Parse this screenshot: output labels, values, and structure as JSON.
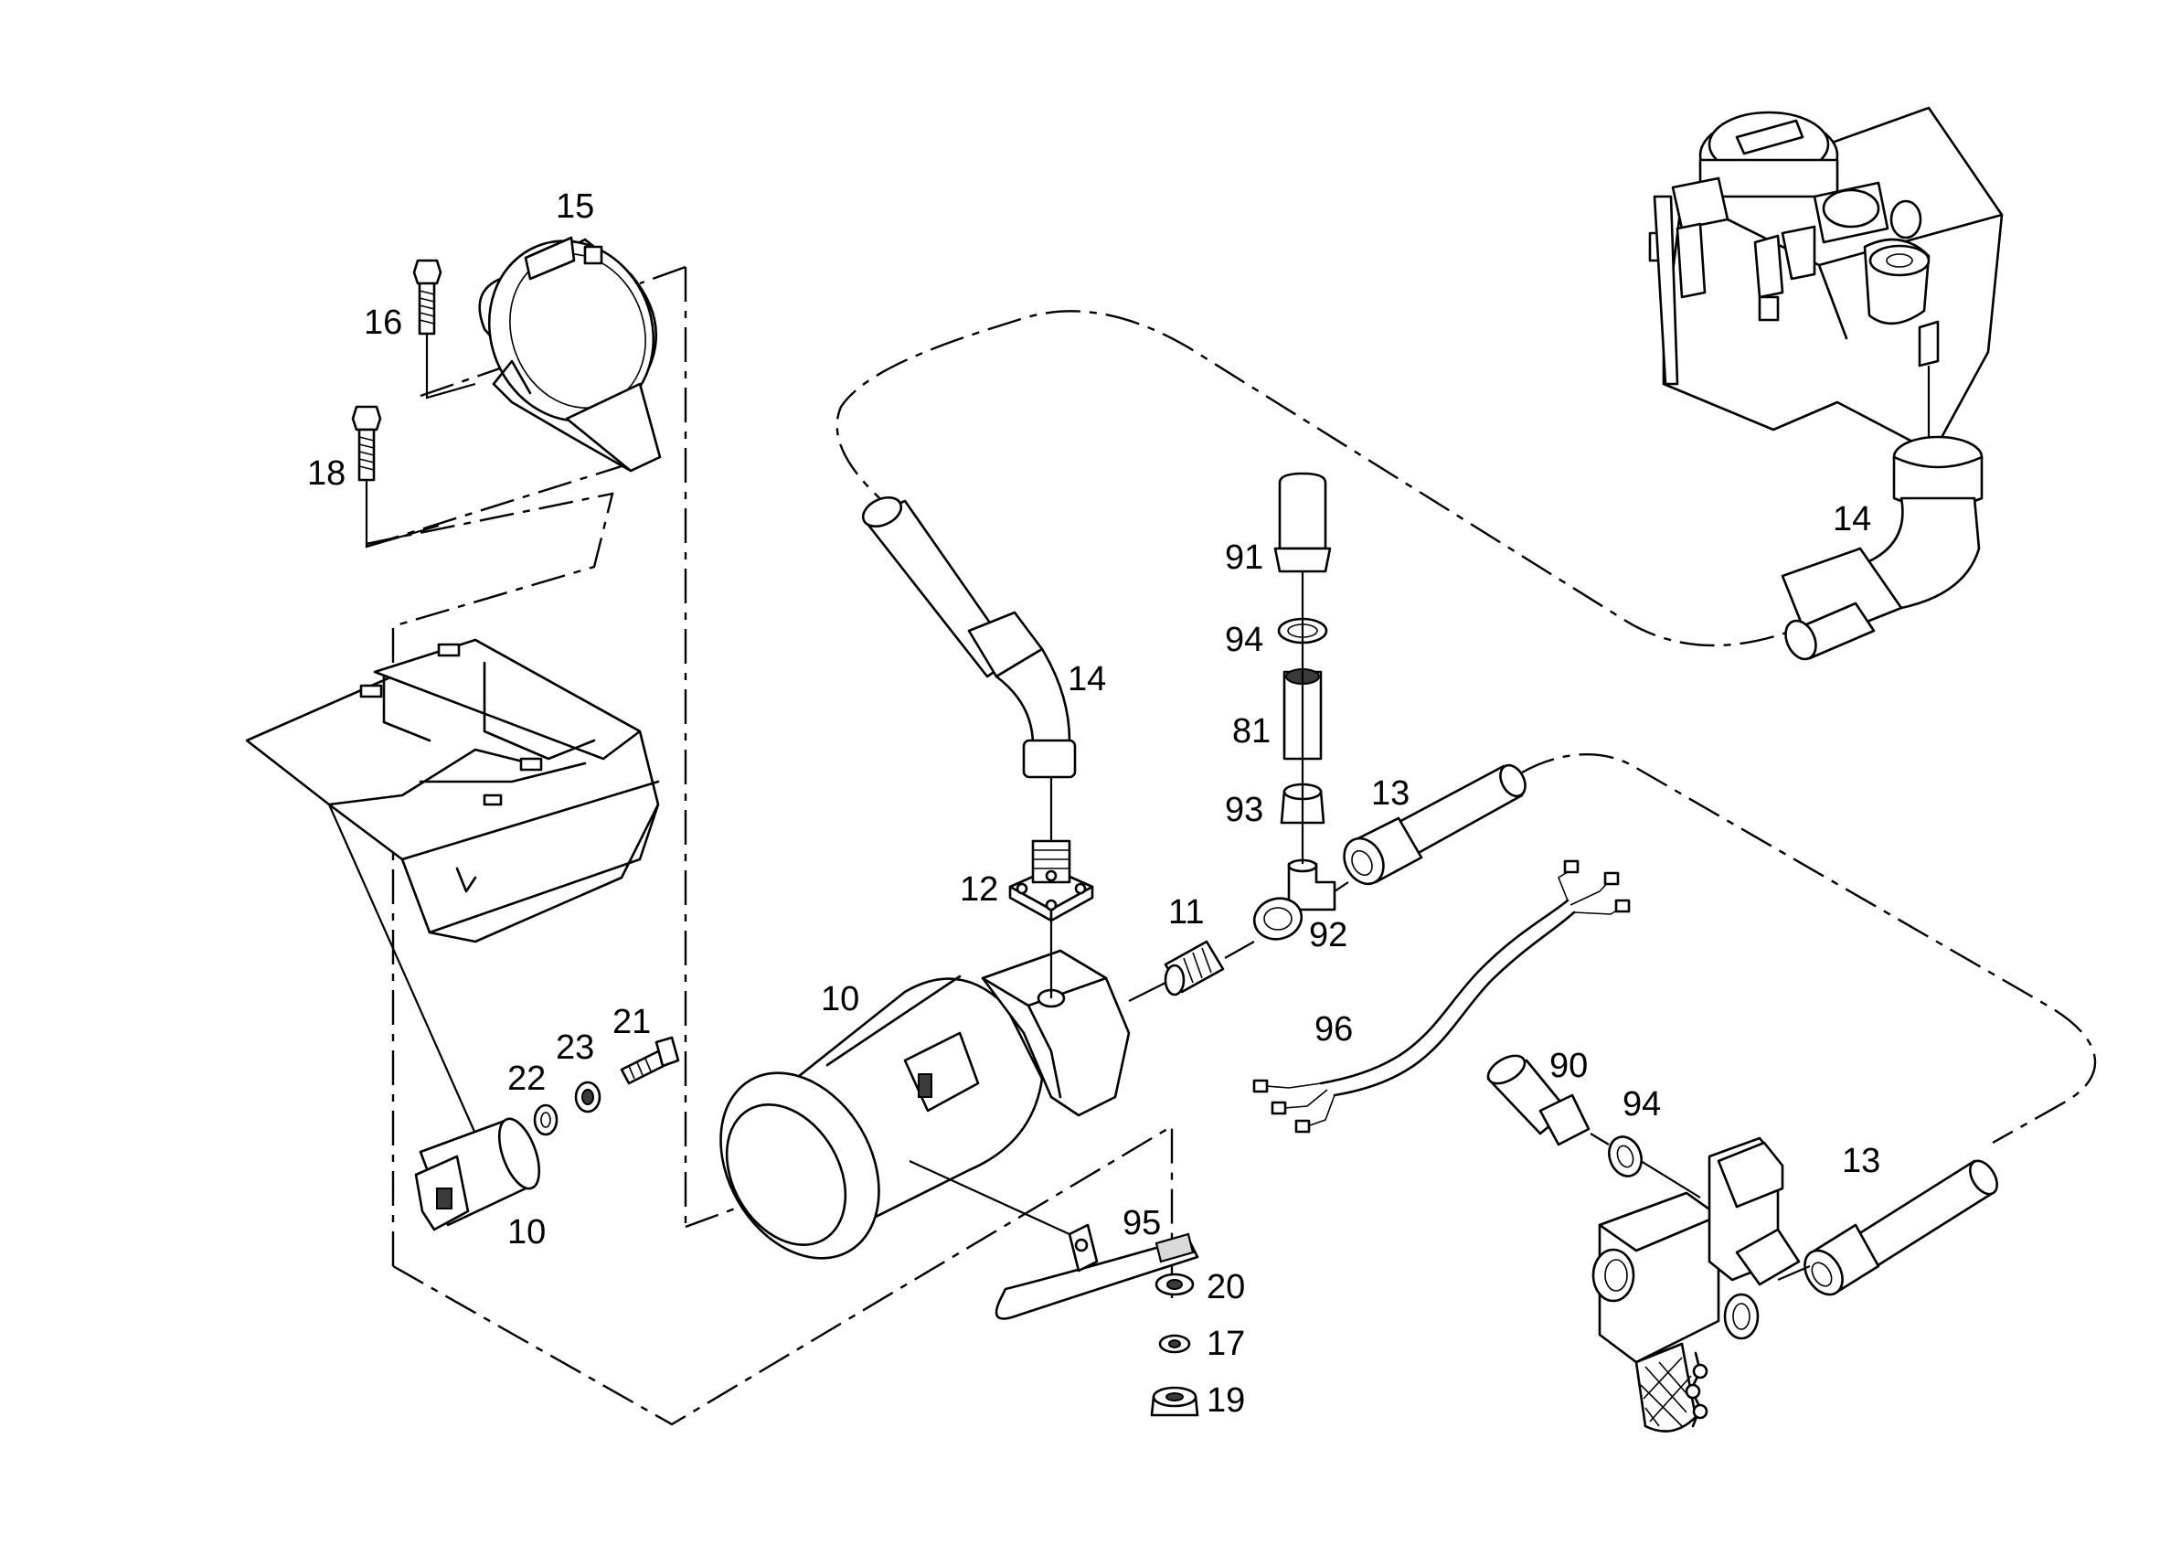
{
  "callouts": {
    "c15": "15",
    "c16": "16",
    "c18": "18",
    "c91": "91",
    "c94a": "94",
    "c81": "81",
    "c93": "93",
    "c13a": "13",
    "c14a": "14",
    "c14b": "14",
    "c12": "12",
    "c11": "11",
    "c92": "92",
    "c10a": "10",
    "c96": "96",
    "c90": "90",
    "c94b": "94",
    "c13b": "13",
    "c21": "21",
    "c23": "23",
    "c22": "22",
    "c10b": "10",
    "c95": "95",
    "c20": "20",
    "c17": "17",
    "c19": "19"
  }
}
